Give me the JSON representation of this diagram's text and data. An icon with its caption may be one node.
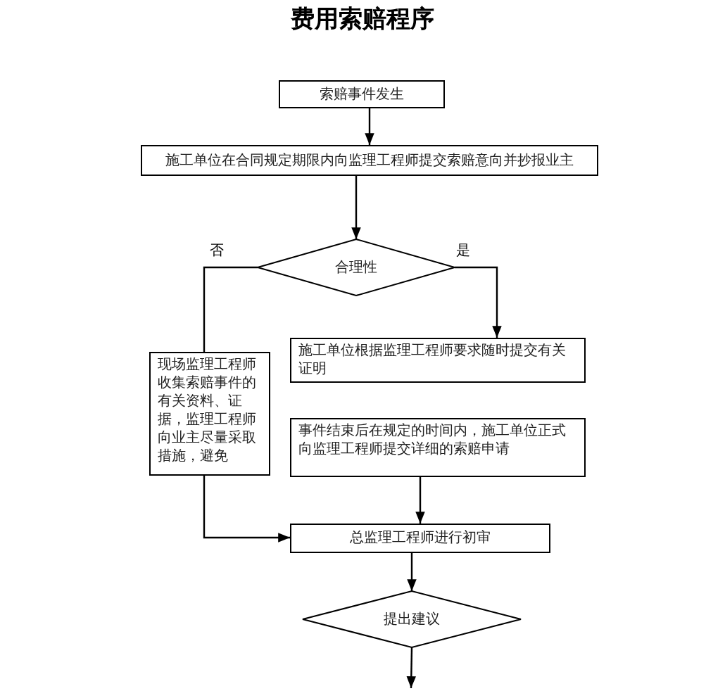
{
  "diagram": {
    "title": "费用索赔程序",
    "nodes": [
      {
        "text": [
          "索赔事件发生"
        ]
      },
      {
        "text": [
          "施工单位在合同规定期限内向监理工程师提交索赔意向并抄报业主"
        ]
      },
      {
        "text": [
          "合理性"
        ]
      },
      {
        "text": [
          "现场监理工程师收集索赔事件的有关资料、证据，监理工程师向业主尽量采取措施，避免"
        ]
      },
      {
        "text": [
          "施工单位根据监理工程师要求随时提交有关证明"
        ]
      },
      {
        "text": [
          "事件结束后在规定的时间内，施工单位正式向监理工程师提交详细的索赔申请"
        ]
      },
      {
        "text": [
          "总监理工程师进行初审"
        ]
      },
      {
        "text": [
          "提出建议"
        ]
      }
    ],
    "edges": [
      {
        "from": 0,
        "to": 1,
        "arrow": "to"
      },
      {
        "from": 1,
        "to": 2,
        "arrow": "to"
      },
      {
        "from": 2,
        "to": 3,
        "arrow": "none",
        "label": "否"
      },
      {
        "from": 2,
        "to": 4,
        "arrow": "to",
        "label": "是"
      },
      {
        "from": 3,
        "to": 6,
        "arrow": "to"
      },
      {
        "from": 5,
        "to": 6,
        "arrow": "to"
      },
      {
        "from": 6,
        "to": 7,
        "arrow": "to"
      },
      {
        "from": 7,
        "to": null,
        "arrow": "to"
      }
    ]
  }
}
